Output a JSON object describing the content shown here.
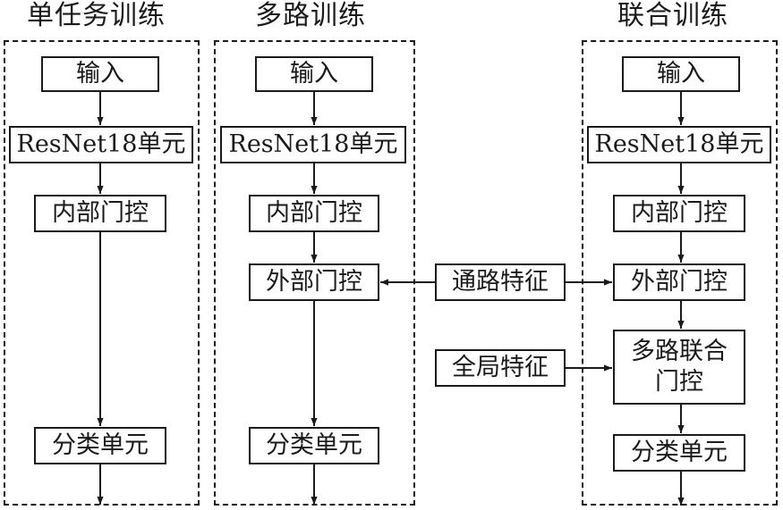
{
  "columns": {
    "single": {
      "title": "单任务训练",
      "input": "输入",
      "resnet": "ResNet18单元",
      "internal_gate": "内部门控",
      "classifier": "分类单元"
    },
    "multipath": {
      "title": "多路训练",
      "input": "输入",
      "resnet": "ResNet18单元",
      "internal_gate": "内部门控",
      "external_gate": "外部门控",
      "classifier": "分类单元"
    },
    "joint": {
      "title": "联合训练",
      "input": "输入",
      "resnet": "ResNet18单元",
      "internal_gate": "内部门控",
      "external_gate": "外部门控",
      "multipath_gate_line1": "多路联合",
      "multipath_gate_line2": "门控",
      "classifier": "分类单元"
    }
  },
  "shared": {
    "path_feature": "通路特征",
    "global_feature": "全局特征"
  }
}
